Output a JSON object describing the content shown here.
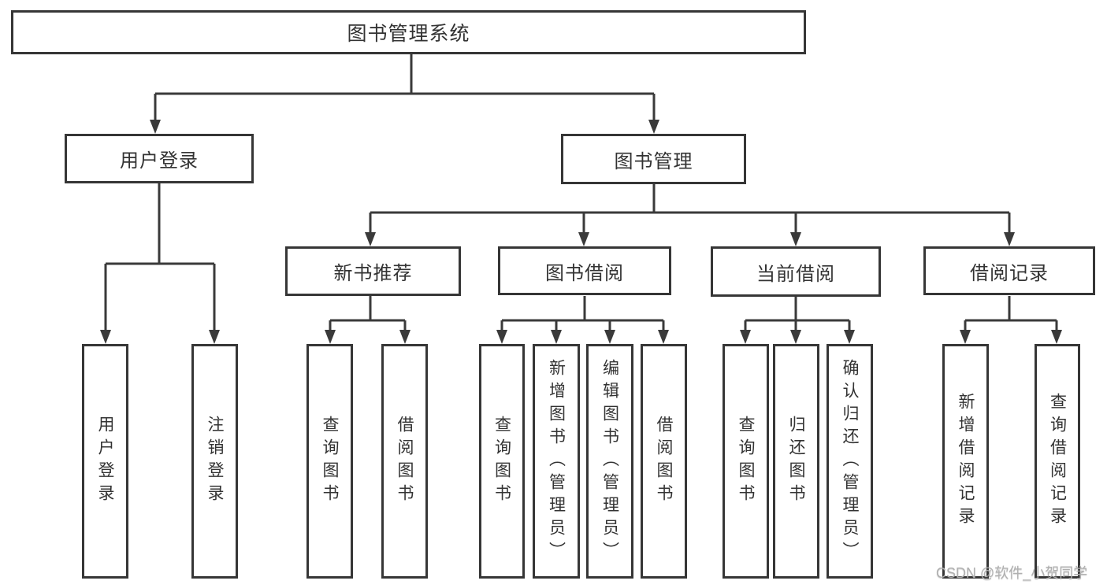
{
  "diagram": {
    "root": {
      "label": "图书管理系统",
      "children": [
        {
          "label": "用户登录",
          "children": [
            {
              "label": "用户登录"
            },
            {
              "label": "注销登录"
            }
          ]
        },
        {
          "label": "图书管理",
          "children": [
            {
              "label": "新书推荐",
              "children": [
                {
                  "label": "查询图书"
                },
                {
                  "label": "借阅图书"
                }
              ]
            },
            {
              "label": "图书借阅",
              "children": [
                {
                  "label": "查询图书"
                },
                {
                  "label": "新增图书（管理员）"
                },
                {
                  "label": "编辑图书（管理员）"
                },
                {
                  "label": "借阅图书"
                }
              ]
            },
            {
              "label": "当前借阅",
              "children": [
                {
                  "label": "查询图书"
                },
                {
                  "label": "归还图书"
                },
                {
                  "label": "确认归还（管理员）"
                }
              ]
            },
            {
              "label": "借阅记录",
              "children": [
                {
                  "label": "新增借阅记录"
                },
                {
                  "label": "查询借阅记录"
                }
              ]
            }
          ]
        }
      ]
    },
    "watermark": "CSDN @软件_小贺同学",
    "colors": {
      "line": "#3a3a3a",
      "box_border": "#363636",
      "box_fill": "#ffffff",
      "text": "#333333",
      "watermark": "#b0b0b0",
      "background": "#ffffff"
    }
  }
}
